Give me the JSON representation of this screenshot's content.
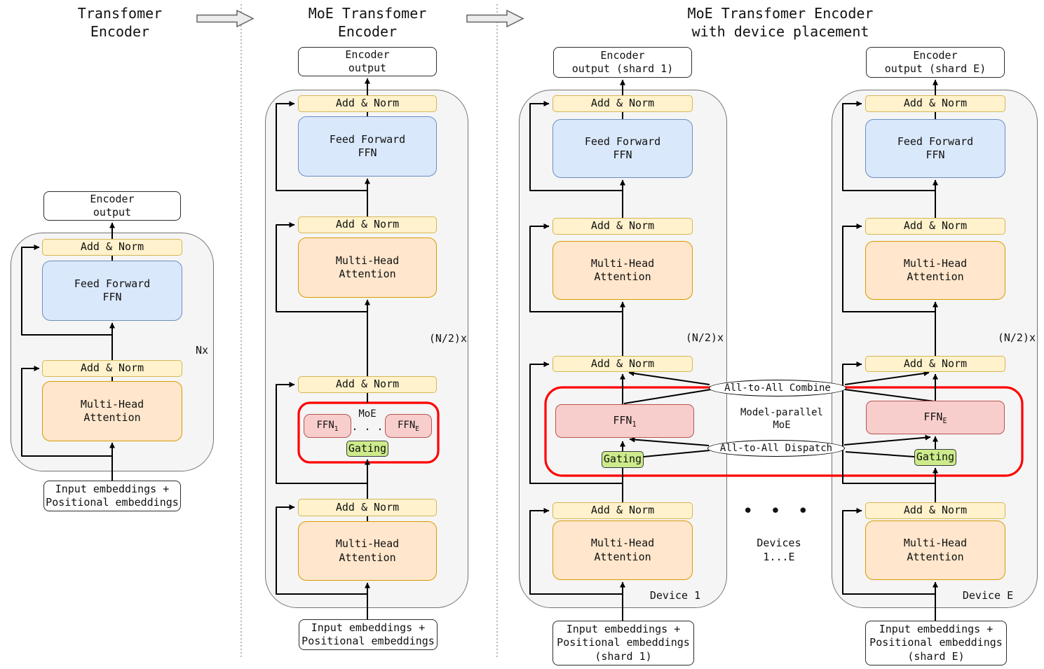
{
  "diagram": {
    "titles": {
      "panel1": "Transfomer\nEncoder",
      "panel2": "MoE Transfomer\nEncoder",
      "panel3": "MoE Transfomer Encoder\nwith device placement"
    },
    "labels": {
      "add_norm": "Add & Norm",
      "feed_forward": "Feed Forward\nFFN",
      "multi_head_attention": "Multi-Head\nAttention",
      "encoder_output": "Encoder\noutput",
      "encoder_output_shard1": "Encoder\noutput (shard 1)",
      "encoder_output_shardE": "Encoder\noutput (shard E)",
      "input_embeddings": "Input embeddings +\nPositional embeddings",
      "input_embeddings_shard1": "Input embeddings +\nPositional embeddings\n(shard 1)",
      "input_embeddings_shardE": "Input embeddings +\nPositional embeddings\n(shard E)",
      "repeat_nx": "Nx",
      "repeat_n_half_x": "(N/2)x",
      "moe": "MoE",
      "ffn_base": "FFN",
      "ffn_sub_1": "1",
      "ffn_sub_E": "E",
      "expert_dots": ". . .",
      "gating": "Gating",
      "all_to_all_combine": "All-to-All Combine",
      "all_to_all_dispatch": "All-to-All Dispatch",
      "model_parallel_moe": "Model-parallel\nMoE",
      "device_1": "Device 1",
      "device_E": "Device E",
      "devices_range": "Devices\n1...E",
      "device_dots": "• • •"
    },
    "colors": {
      "add_norm_fill": "#FFF2CC",
      "add_norm_stroke": "#D6B656",
      "feed_forward_fill": "#DAE8FC",
      "feed_forward_stroke": "#6C8EBF",
      "attention_fill": "#FFE6CC",
      "attention_stroke": "#D79B00",
      "expert_fill": "#F8CECC",
      "expert_stroke": "#B85450",
      "gating_fill": "#CDEB8B",
      "gating_stroke": "#36393D",
      "block_container_fill": "#F5F5F5",
      "block_container_stroke": "#737373",
      "moe_highlight_stroke": "#FF0000",
      "wire_stroke": "#000000"
    }
  }
}
